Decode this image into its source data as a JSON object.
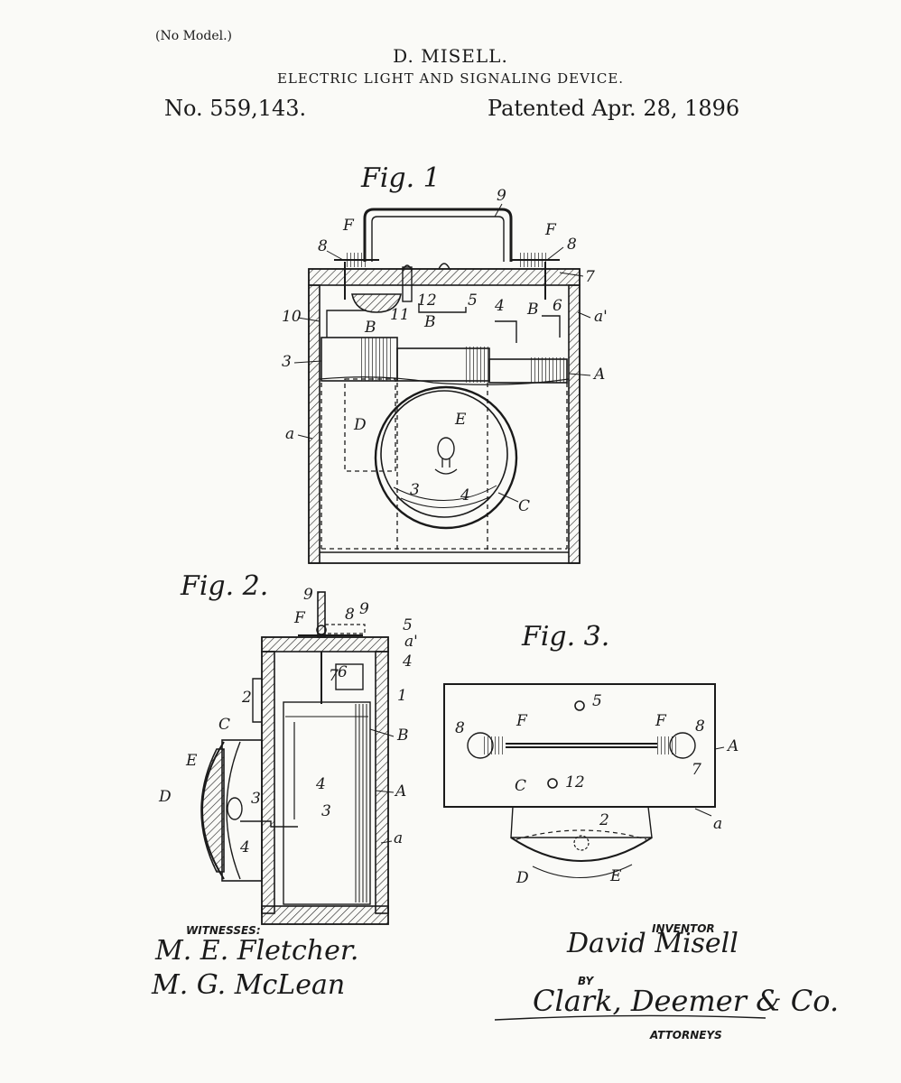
{
  "header": {
    "no_model": "(No Model.)",
    "inventor_name": "D. MISELL.",
    "title": "ELECTRIC LIGHT AND SIGNALING DEVICE.",
    "patent_number": "No. 559,143.",
    "patent_date": "Patented Apr. 28, 1896"
  },
  "figures": {
    "fig1": {
      "title": "Fig. 1",
      "labels": {
        "F_left": "F",
        "F_right": "F",
        "n9": "9",
        "n8_left": "8",
        "n8_right": "8",
        "n7": "7",
        "n10": "10",
        "n11": "11",
        "n12": "12",
        "n5": "5",
        "n4": "4",
        "n6": "6",
        "a_prime": "a'",
        "B1": "B",
        "B2": "B",
        "B3": "B",
        "n3": "3",
        "A": "A",
        "a": "a",
        "D": "D",
        "E": "E",
        "n3b": "3",
        "n4b": "4",
        "C": "C"
      }
    },
    "fig2": {
      "title": "Fig. 2.",
      "labels": {
        "n9a": "9",
        "F": "F",
        "n8": "8",
        "n9b": "9",
        "n5": "5",
        "a_prime": "a'",
        "n7": "7",
        "n6": "6",
        "n4a": "4",
        "n2": "2",
        "n1": "1",
        "C": "C",
        "B": "B",
        "E": "E",
        "n4b": "4",
        "A": "A",
        "D": "D",
        "n3a": "3",
        "n3b": "3",
        "n4c": "4",
        "a": "a"
      }
    },
    "fig3": {
      "title": "Fig. 3.",
      "labels": {
        "n5": "5",
        "n8_left": "8",
        "F_left": "F",
        "F_right": "F",
        "n8_right": "8",
        "A": "A",
        "n7": "7",
        "n12": "12",
        "C": "C",
        "n2": "2",
        "a": "a",
        "D": "D",
        "E": "E"
      }
    }
  },
  "signatures": {
    "witnesses_heading": "WITNESSES:",
    "witness1": "M. E. Fletcher.",
    "witness2": "M. G. McLean",
    "inventor_heading": "INVENTOR",
    "inventor_signature": "David Misell",
    "by": "BY",
    "attorney_signature": "Clark, Deemer & Co.",
    "attorneys_heading": "ATTORNEYS"
  }
}
